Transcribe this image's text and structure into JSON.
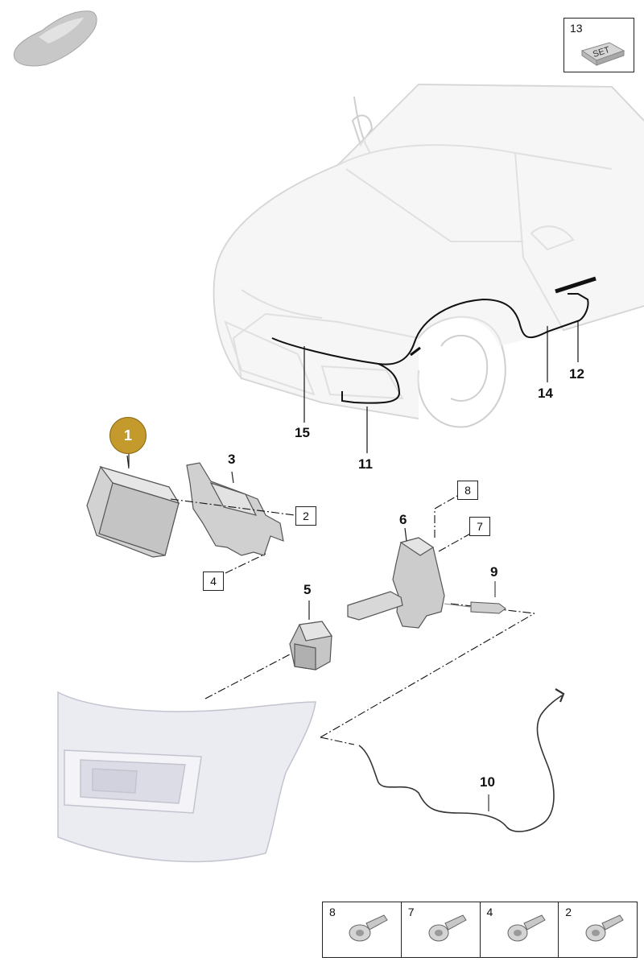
{
  "callouts": {
    "c1": "1",
    "c3": "3",
    "c5": "5",
    "c6": "6",
    "c9": "9",
    "c10": "10",
    "c11": "11",
    "c12": "12",
    "c14": "14",
    "c15": "15"
  },
  "box_labels": {
    "b2": "2",
    "b4": "4",
    "b7": "7",
    "b8": "8"
  },
  "set_box": {
    "number": "13",
    "text": "SET"
  },
  "hardware": [
    {
      "number": "8"
    },
    {
      "number": "7"
    },
    {
      "number": "4"
    },
    {
      "number": "2"
    }
  ],
  "colors": {
    "badge": "#c49a2c",
    "part_gray": "#c9c9c9",
    "car_line": "#cfcfcf"
  }
}
